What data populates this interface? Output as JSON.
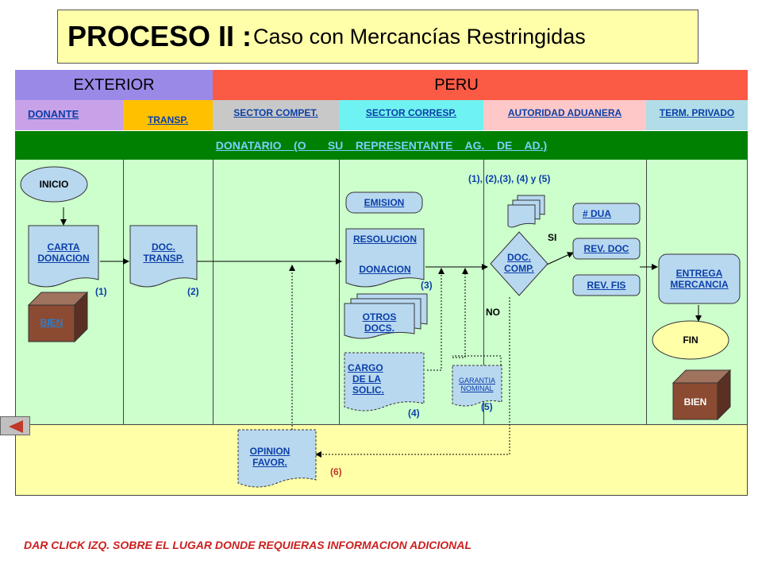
{
  "title": {
    "main": "PROCESO II :",
    "sub": "Caso con Mercancías Restringidas"
  },
  "headers": {
    "exterior": "EXTERIOR",
    "peru": "PERU"
  },
  "lanes": {
    "donante": "DONANTE",
    "transp": "TRANSP.",
    "sector_compet": "SECTOR COMPET.",
    "sector_corresp": "SECTOR CORRESP.",
    "autoridad": "AUTORIDAD ADUANERA",
    "term_privado": "TERM. PRIVADO"
  },
  "donatario": "DONATARIO    (O       SU    REPRESENTANTE    AG.    DE    AD.)",
  "nodes": {
    "inicio": "INICIO",
    "carta_1": "CARTA",
    "carta_2": "DONACION",
    "bien_left": "BIEN",
    "doc_transp_1": "DOC.",
    "doc_transp_2": "TRANSP.",
    "emision": "EMISION",
    "resolucion_1": "RESOLUCION",
    "resolucion_2": "DONACION",
    "otros_1": "OTROS",
    "otros_2": "DOCS.",
    "cargo_1": "CARGO",
    "cargo_2": "DE LA",
    "cargo_3": "SOLIC.",
    "garantia_1": "GARANTIA",
    "garantia_2": "NOMINAL",
    "doc_comp_1": "DOC.",
    "doc_comp_2": "COMP.",
    "dua": "# DUA",
    "rev_doc": "REV. DOC",
    "rev_fis": "REV. FIS",
    "entrega_1": "ENTREGA",
    "entrega_2": "MERCANCIA",
    "fin": "FIN",
    "bien_right": "BIEN",
    "opinion_1": "OPINION",
    "opinion_2": "FAVOR."
  },
  "labels": {
    "n1": "(1)",
    "n2": "(2)",
    "n3": "(3)",
    "n4": "(4)",
    "n5": "(5)",
    "n6": "(6)",
    "list": "(1), (2),(3), (4) y (5)",
    "si": "SI",
    "no": "NO"
  },
  "footer": "DAR CLICK IZQ. SOBRE EL LUGAR DONDE REQUIERAS INFORMACION ADICIONAL",
  "colors": {
    "exterior": "#9b89e8",
    "peru": "#fb5a45",
    "donante": "#c8a2e8",
    "transp": "#ffc000",
    "sector_compet": "#c8c8c8",
    "sector_corresp": "#6ff2f2",
    "autoridad": "#ffc8c8",
    "term_privado": "#b0dde8",
    "donatario": "#008000",
    "lane_body": "#ccffcc",
    "bottom": "#ffffa8",
    "node_fill": "#b8d8f0"
  }
}
